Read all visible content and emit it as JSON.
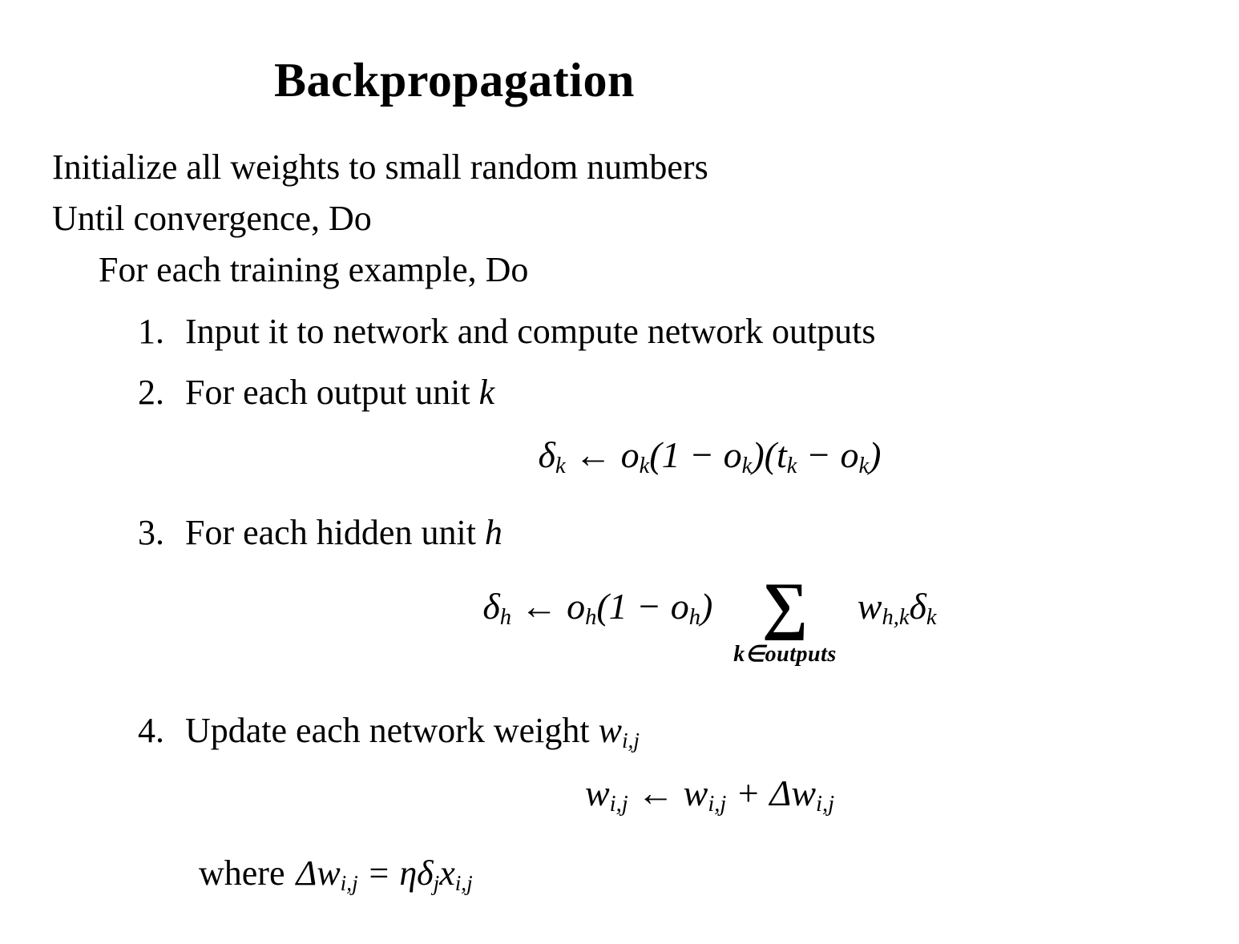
{
  "title": "Backpropagation",
  "lines": {
    "init": "Initialize all weights to small random numbers",
    "until": "Until convergence, Do",
    "foreach": "For each training example, Do"
  },
  "steps": [
    {
      "num": "1.",
      "text": "Input it to network and compute network outputs",
      "math": ""
    },
    {
      "num": "2.",
      "text": "For each output unit",
      "math": "k"
    },
    {
      "num": "3.",
      "text": "For each hidden unit",
      "math": "h"
    },
    {
      "num": "4.",
      "text": "Update each network weight",
      "math": "w_{i,j}"
    }
  ],
  "formulas": {
    "output_delta": "δ_{k} ← o_{k}(1 − o_{k})(t_{k} − o_{k})",
    "hidden_delta_left": "δ_{h} ← o_{h}(1 − o_{h})",
    "sum_symbol": "∑",
    "sum_limits": "k∈outputs",
    "hidden_delta_right": "w_{h,k}δ_{k}",
    "weight_update": "w_{i,j} ← w_{i,j} + Δw_{i,j}",
    "where_label": "where",
    "delta_rule": "Δw_{i,j} = ηδ_{j}x_{i,j}"
  }
}
